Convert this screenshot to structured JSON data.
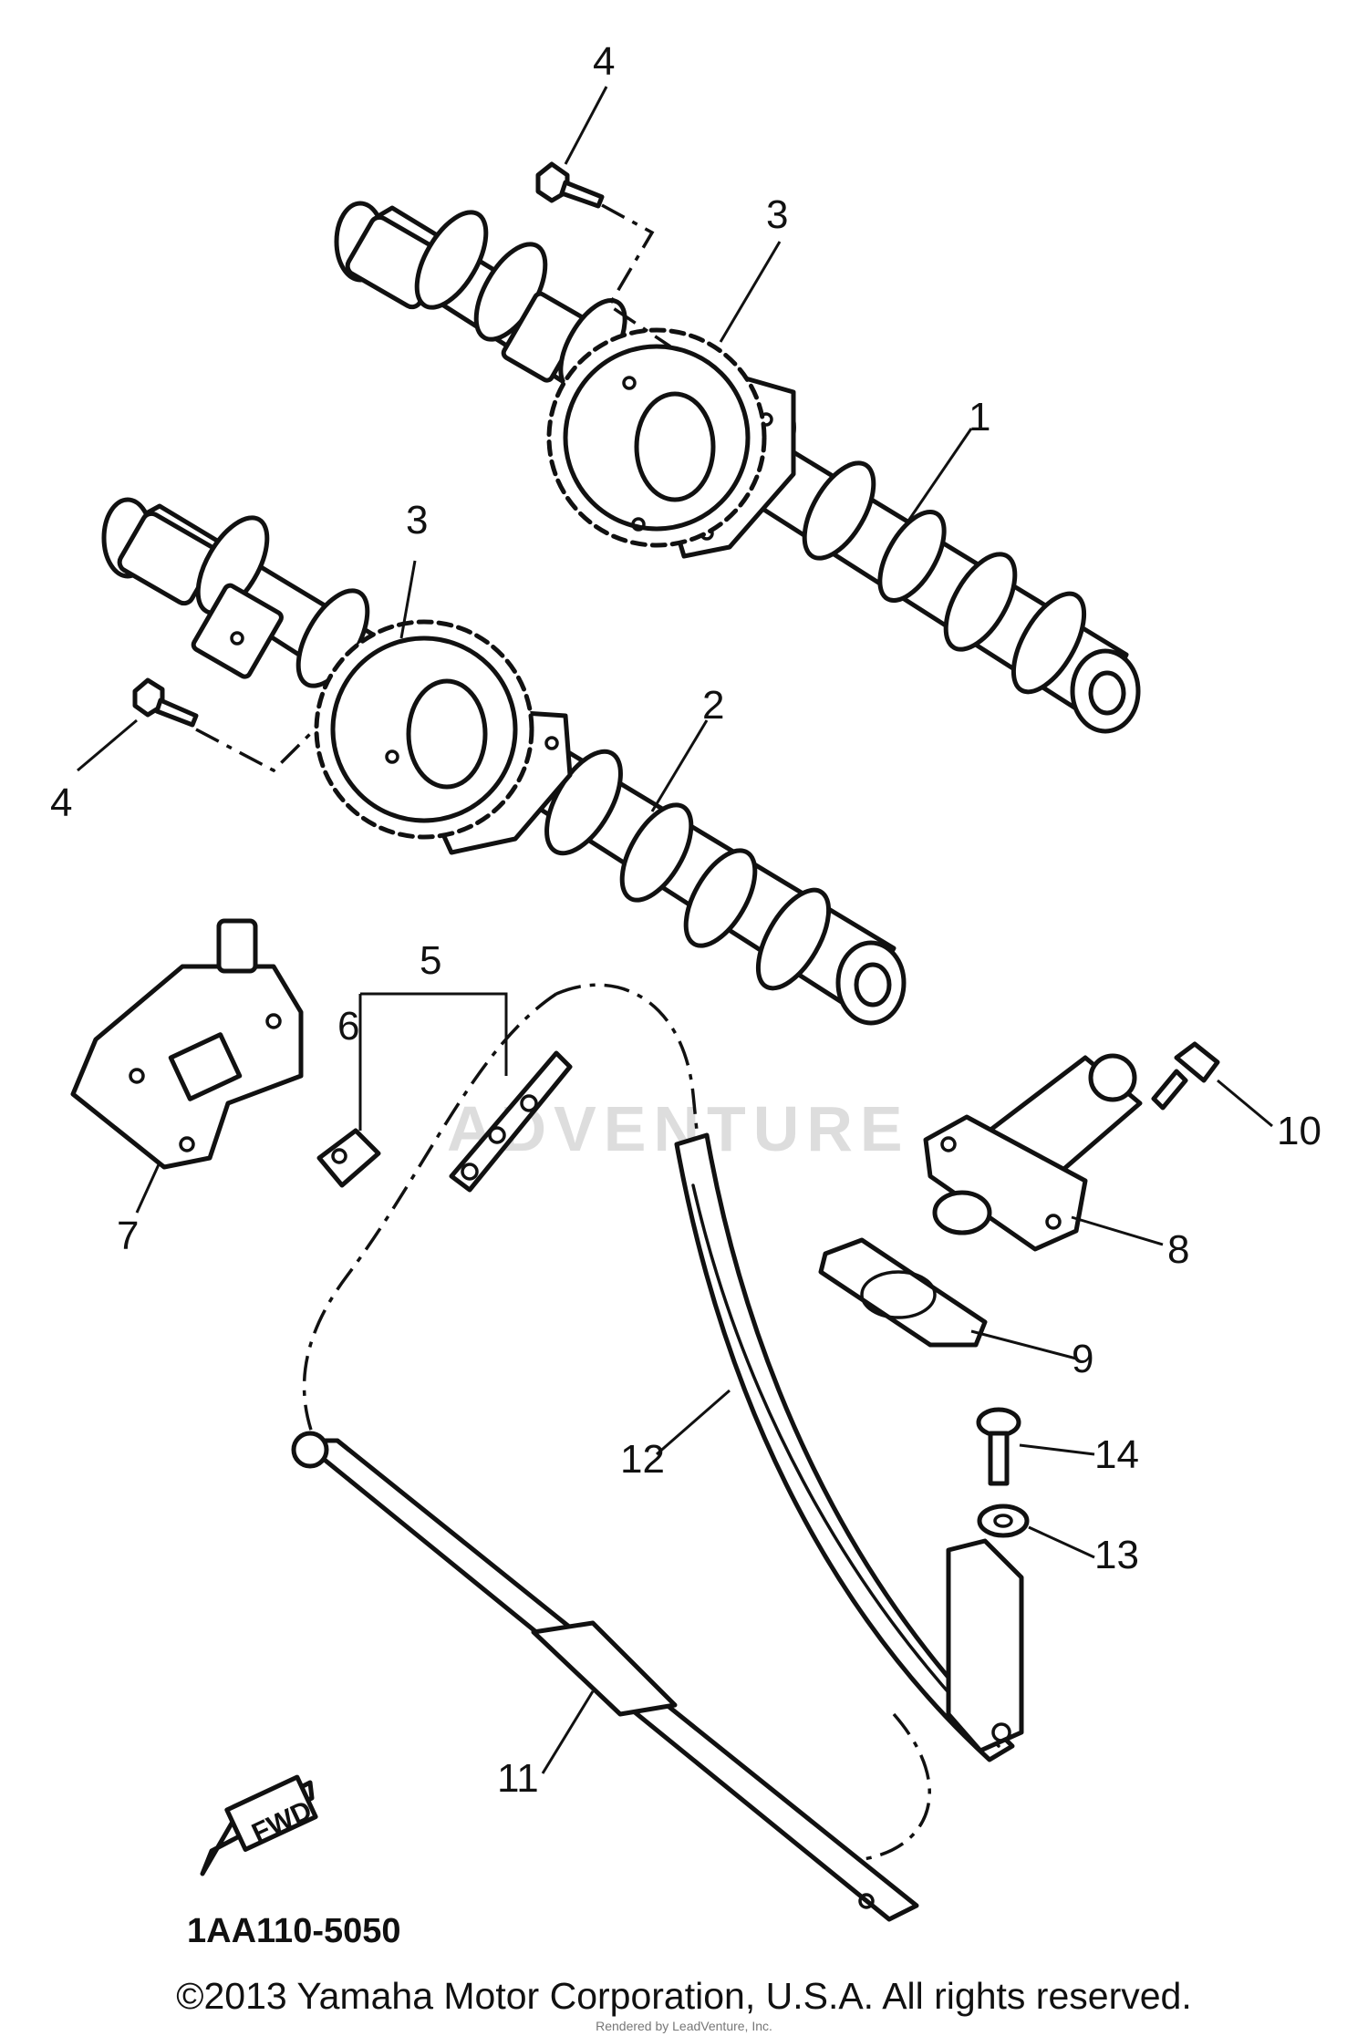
{
  "diagram": {
    "callouts": {
      "c1": "1",
      "c2": "2",
      "c3a": "3",
      "c3b": "3",
      "c4a": "4",
      "c4b": "4",
      "c5": "5",
      "c6": "6",
      "c7": "7",
      "c8": "8",
      "c9": "9",
      "c10": "10",
      "c11": "11",
      "c12": "12",
      "c13": "13",
      "c14": "14"
    },
    "diagram_code": "1AA110-5050",
    "fwd_label": "FWD",
    "watermark": "ADVENTURE"
  },
  "footer": {
    "copyright": "©2013 Yamaha Motor Corporation, U.S.A. All rights reserved.",
    "credit": "Rendered by LeadVenture, Inc."
  }
}
